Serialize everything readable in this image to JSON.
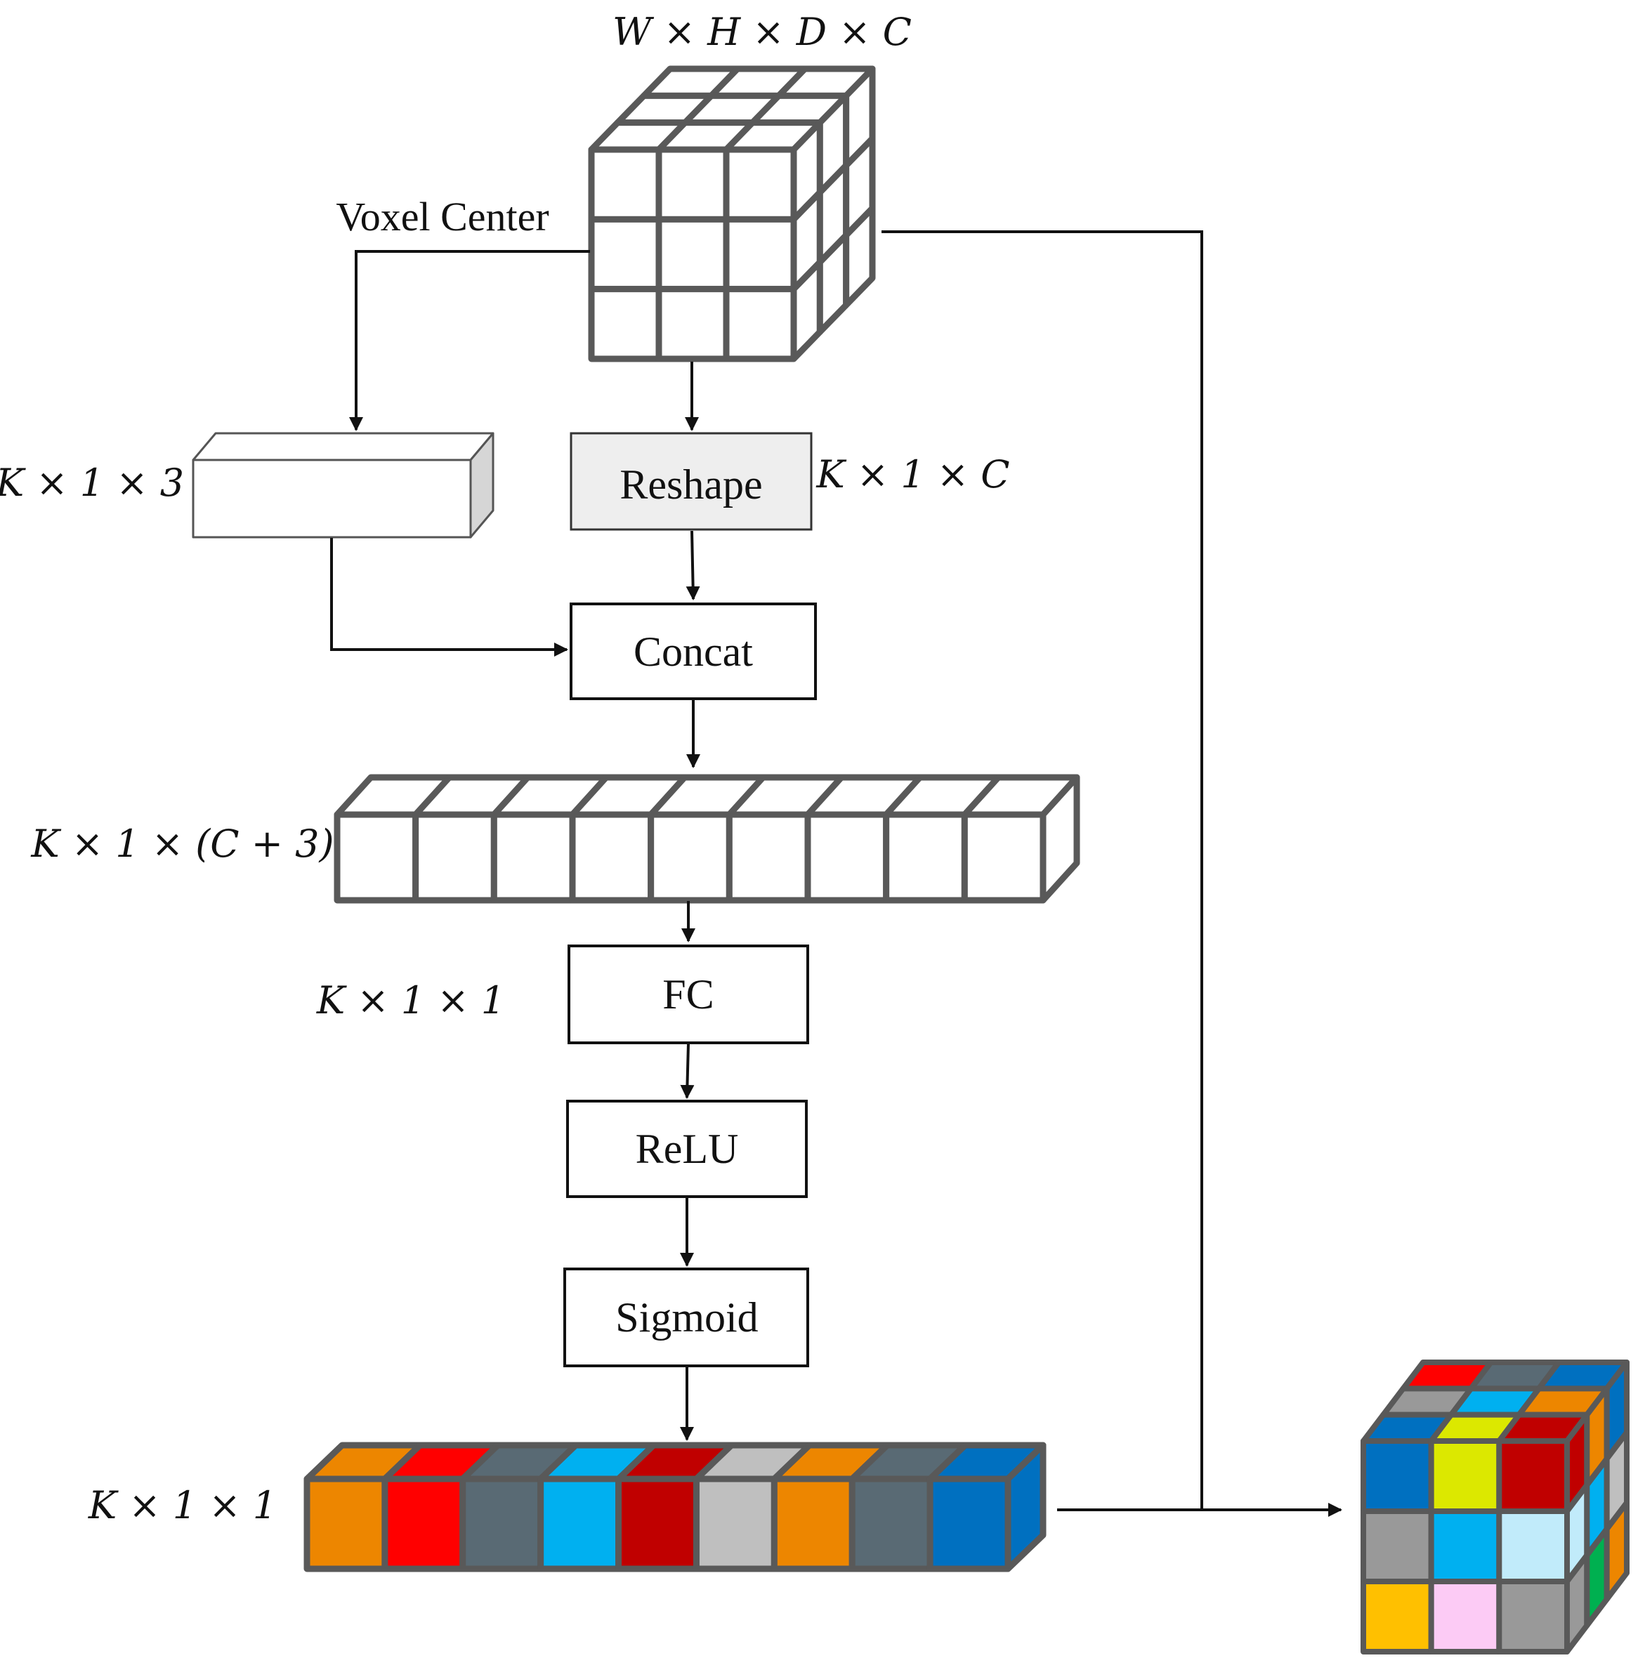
{
  "labels": {
    "input_dims": "W × H × D × C",
    "voxel_center": "Voxel Center",
    "coord_dims": "K × 1 × 3",
    "reshape_dims": "K × 1 × C",
    "concat_dims": "K × 1 × (C + 3)",
    "fc_dims": "K × 1 × 1",
    "weight_dims": "K × 1 × 1"
  },
  "blocks": {
    "reshape": "Reshape",
    "concat": "Concat",
    "fc": "FC",
    "relu": "ReLU",
    "sigmoid": "Sigmoid"
  },
  "colors": {
    "grid_stroke": "#595959",
    "reshape_fill": "#eeeeee",
    "weights_front": [
      "#ed8600",
      "#ff0000",
      "#596a74",
      "#00b0f0",
      "#c00000",
      "#bfbfbf",
      "#ed8600",
      "#596a74",
      "#0070c0"
    ],
    "weights_top": [
      "#ed8600",
      "#ff0000",
      "#596a74",
      "#00b0f0",
      "#c00000",
      "#bfbfbf",
      "#ed8600",
      "#596a74",
      "#0070c0"
    ],
    "weights_end_side": "#0070c0",
    "output_front": [
      [
        "#0070c0",
        "#dce800",
        "#c00000"
      ],
      [
        "#999999",
        "#00b0f0",
        "#c1ebfa"
      ],
      [
        "#ffc000",
        "#fccbf5",
        "#999999"
      ]
    ],
    "output_top": [
      [
        "#ff0000",
        "#596a74",
        "#0070c0"
      ],
      [
        "#999999",
        "#00b0f0",
        "#ed8600"
      ],
      [
        "#0070c0",
        "#dce800",
        "#c00000"
      ]
    ],
    "output_side": [
      [
        "#c00000",
        "#ed8600",
        "#0070c0"
      ],
      [
        "#c1ebfa",
        "#00b0f0",
        "#bfbfbf"
      ],
      [
        "#999999",
        "#00b050",
        "#ed8600"
      ]
    ]
  }
}
